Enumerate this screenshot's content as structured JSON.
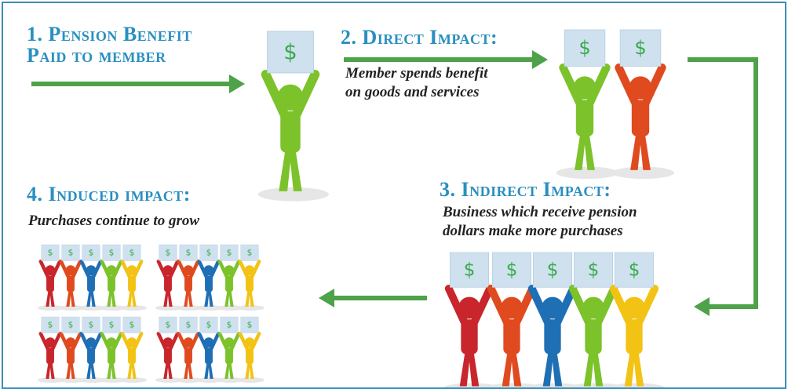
{
  "steps": [
    {
      "title_line1": "1. Pension Benefit",
      "title_line2": "Paid to member"
    },
    {
      "title": "2. Direct Impact:",
      "desc_line1": "Member spends benefit",
      "desc_line2": "on goods and services"
    },
    {
      "title": "3. Indirect Impact:",
      "desc_line1": "Business which receive pension",
      "desc_line2": "dollars make more purchases"
    },
    {
      "title": "4. Induced impact:",
      "desc_line1": "Purchases continue to grow"
    }
  ],
  "sign_symbol": "$",
  "colors": {
    "border": "#3a8fb7",
    "heading": "#2a8fc0",
    "arrow": "#4ea24a",
    "figure_green": "#7cc22a",
    "figure_orange": "#e04a1f",
    "figure_red": "#c8262c",
    "figure_blue": "#1f6fb5",
    "figure_yellow": "#f2c314",
    "sign_bg": "#cfe1ef",
    "dollar": "#3aaa4a"
  }
}
